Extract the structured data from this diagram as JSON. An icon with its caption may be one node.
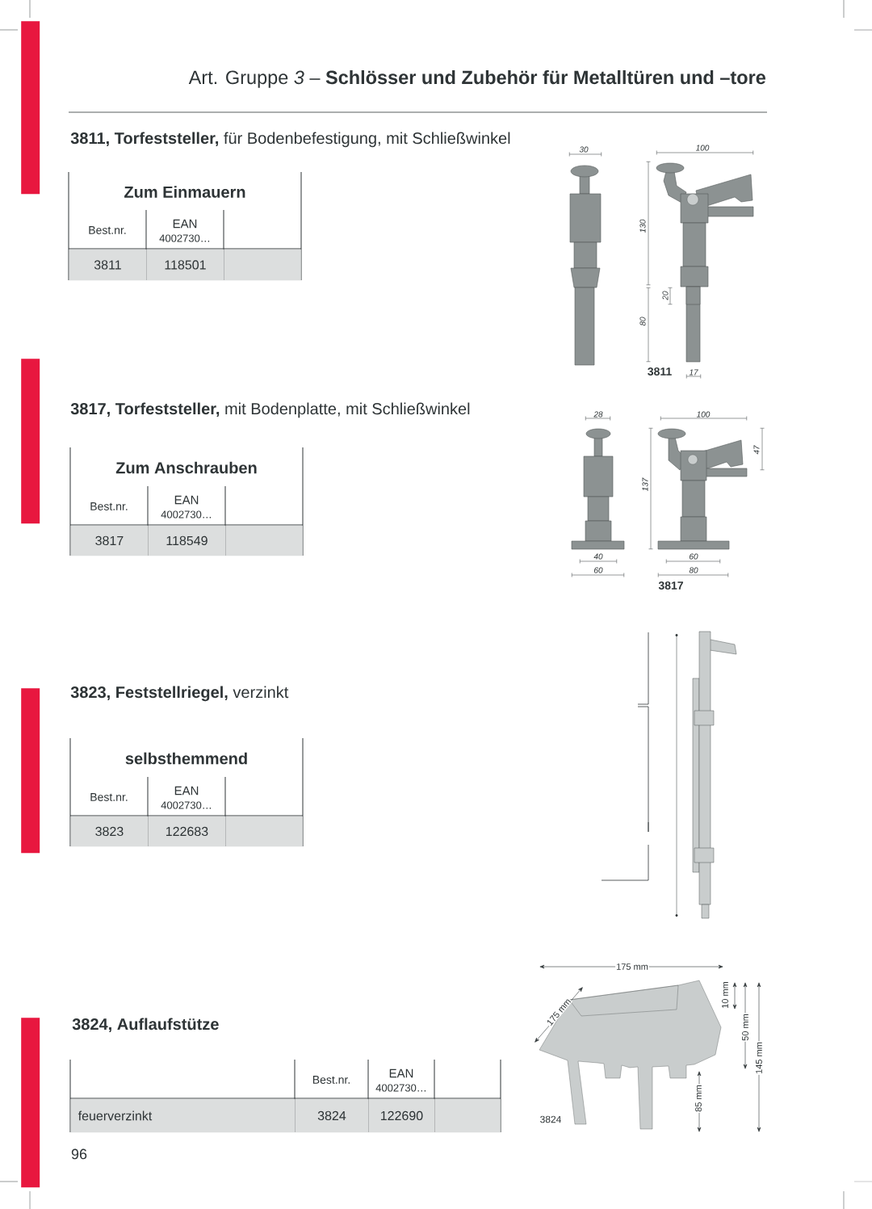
{
  "diagram": {
    "title": "Art. Gruppe *3* – **Schlösser und Zubehör für Metalltüren und –tore**",
    "nodes": [
      {
        "text": [],
        "shape": "bar"
      },
      {
        "text": [],
        "shape": "bar"
      },
      {
        "text": [],
        "shape": "bar"
      },
      {
        "text": [],
        "shape": "bar"
      }
    ],
    "labels": [
      "**3811, Torfeststeller,** für Bodenbefestigung, mit Schließwinkel",
      "Zum Einmauern",
      "Best.nr.",
      "EAN",
      "4002730…",
      "3811",
      "118501",
      "30",
      "100",
      "130",
      "20",
      "80",
      "3811",
      "17",
      "**3817, Torfeststeller,** mit Bodenplatte, mit Schließwinkel",
      "Zum Anschrauben",
      "Best.nr.",
      "EAN",
      "4002730…",
      "3817",
      "118549",
      "28",
      "100",
      "47",
      "137",
      "40",
      "60",
      "60",
      "80",
      "3817",
      "**3823, Feststellriegel,** verzinkt",
      "selbsthemmend",
      "Best.nr.",
      "EAN",
      "4002730…",
      "3823",
      "122683",
      "3824, Auflaufstütze",
      "Best.nr.",
      "EAN",
      "4002730…",
      "feuerverzinkt",
      "3824",
      "122690",
      "175 mm",
      "175 mm",
      "10 mm",
      "50 mm",
      "145 mm",
      "85 mm",
      "3824",
      "96"
    ]
  }
}
